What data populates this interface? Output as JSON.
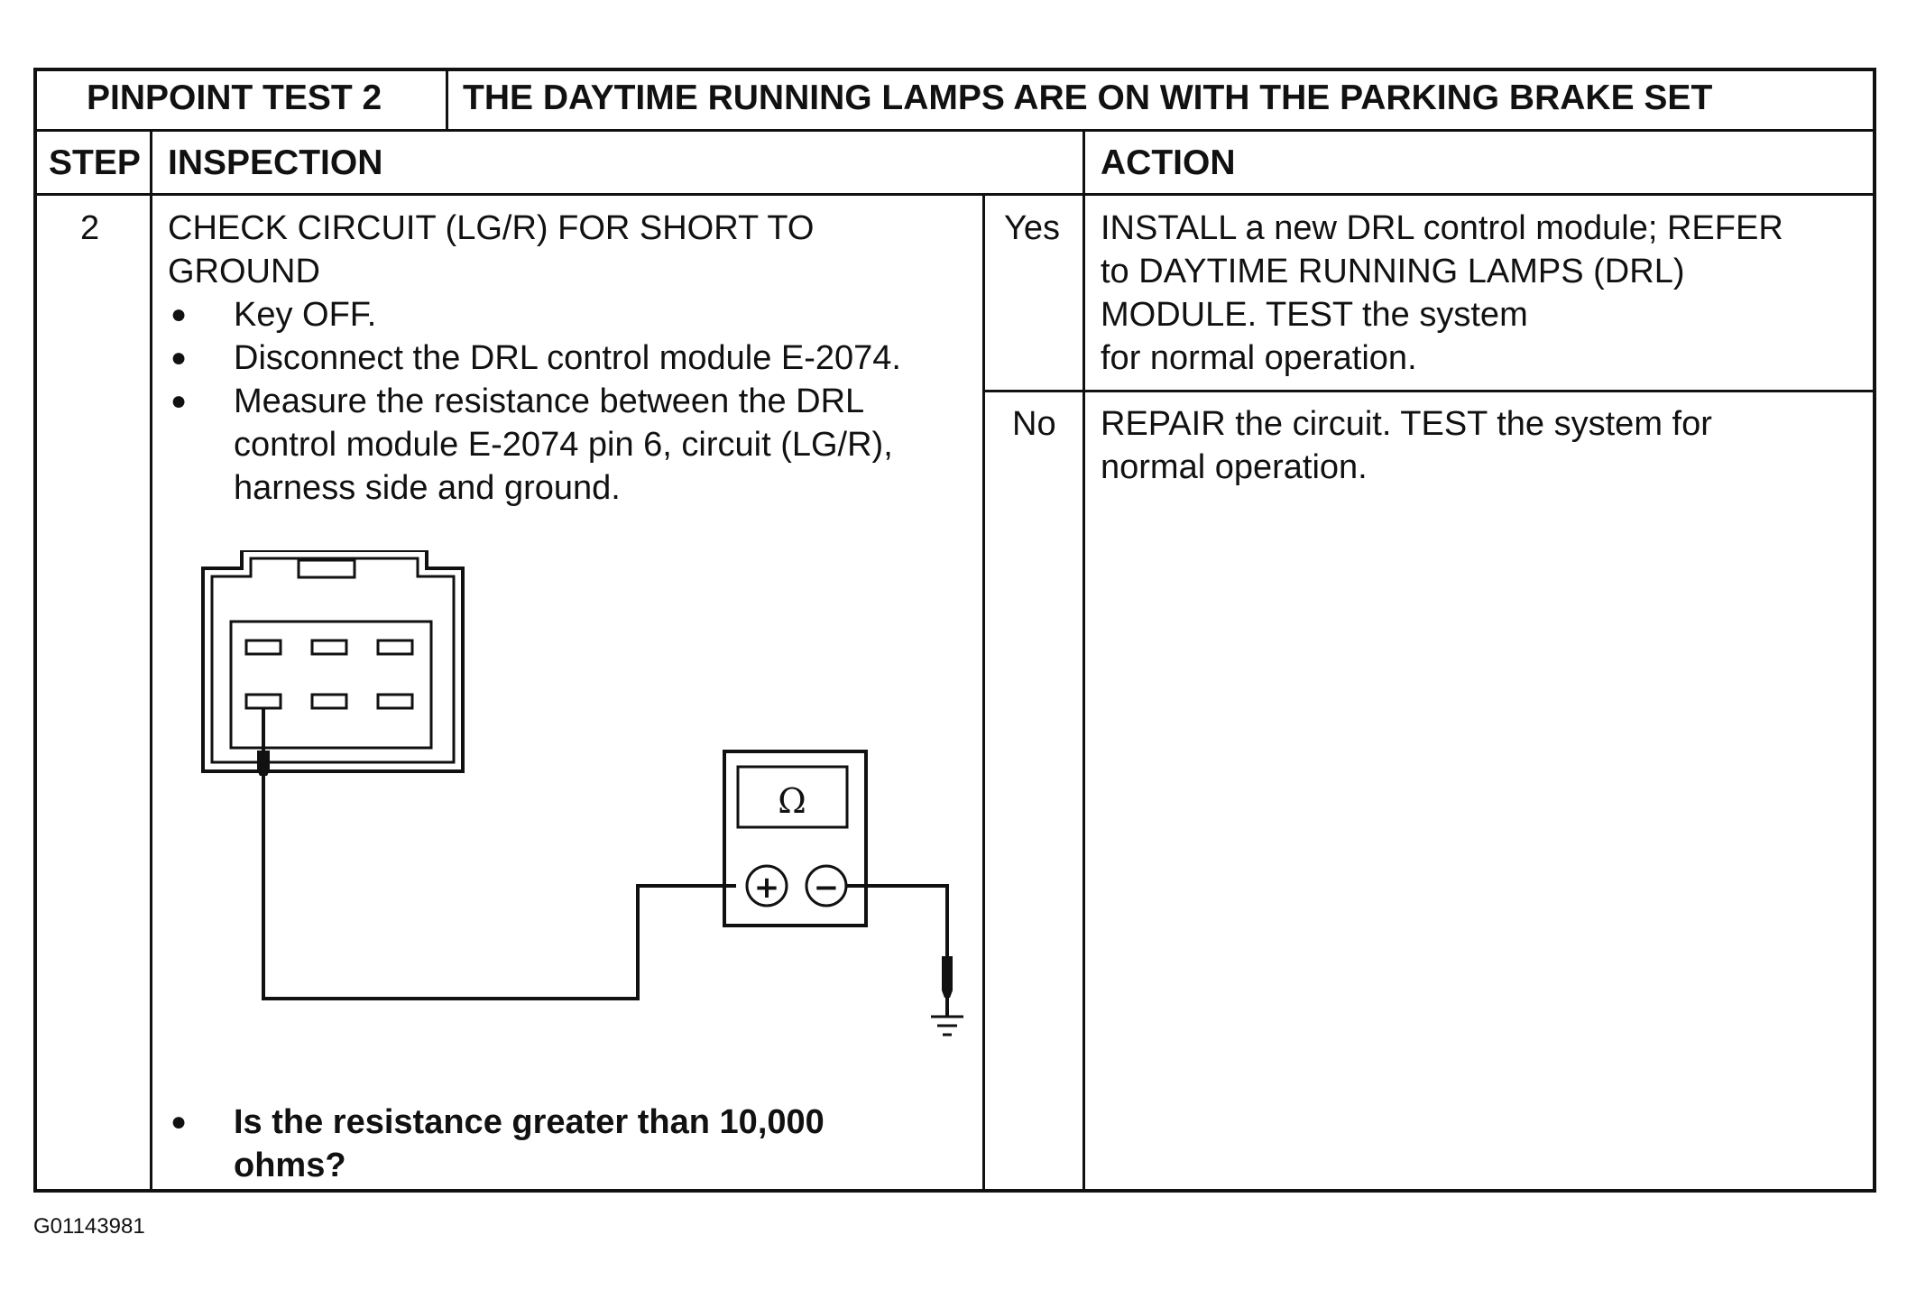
{
  "header": {
    "test_label": "PINPOINT TEST 2",
    "test_title": "THE DAYTIME RUNNING LAMPS ARE ON WITH THE PARKING BRAKE SET"
  },
  "columns": {
    "step": "STEP",
    "inspection": "INSPECTION",
    "action": "ACTION"
  },
  "row": {
    "step_number": "2",
    "check_lines": [
      "CHECK CIRCUIT (LG/R) FOR SHORT TO",
      "GROUND"
    ],
    "bullets": [
      {
        "lines": [
          "Key OFF."
        ]
      },
      {
        "lines": [
          "Disconnect the DRL control module E-2074."
        ]
      },
      {
        "lines": [
          "Measure the resistance between the DRL",
          "control module E-2074 pin 6, circuit (LG/R),",
          "harness side and ground."
        ]
      }
    ],
    "question_lines": [
      "Is the resistance greater than 10,000",
      "ohms?"
    ],
    "yes": {
      "label": "Yes",
      "action_lines": [
        "INSTALL a new DRL control module; REFER",
        "to  DAYTIME RUNNING LAMPS (DRL)",
        "MODULE.  TEST the system",
        "for normal operation."
      ]
    },
    "no": {
      "label": "No",
      "action_lines": [
        "REPAIR the circuit.  TEST the system for",
        "normal operation."
      ]
    }
  },
  "diagram": {
    "meter_symbol": "Ω",
    "plus_symbol": "+",
    "minus_symbol": "−"
  },
  "figure_code": "G01143981"
}
